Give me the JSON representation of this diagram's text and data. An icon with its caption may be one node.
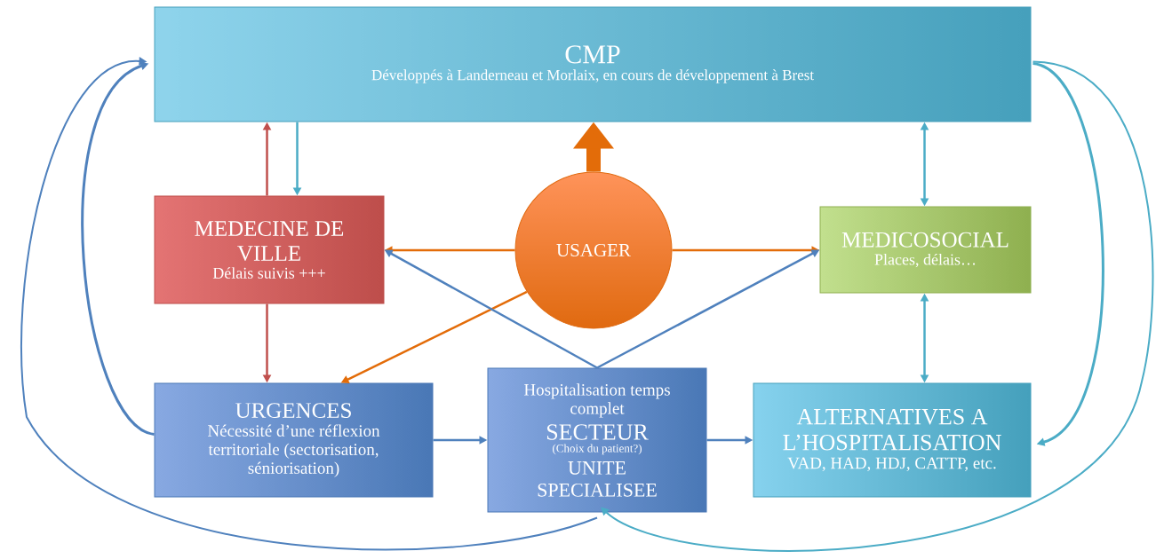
{
  "diagram": {
    "nodes": [
      {
        "text": [
          "CMP",
          "Développés à Landerneau et Morlaix, en cours de développement à Brest"
        ]
      },
      {
        "text": [
          "MEDECINE DE VILLE",
          "Délais suivis +++"
        ]
      },
      {
        "text": [
          "USAGER"
        ]
      },
      {
        "text": [
          "MEDICOSOCIAL",
          "Places, délais…"
        ]
      },
      {
        "text": [
          "URGENCES",
          "Nécessité d’une réflexion territoriale (sectorisation, séniorisation)"
        ]
      },
      {
        "text": [
          "Hospitalisation temps complet",
          "SECTEUR",
          "(Choix du patient?)",
          "UNITE SPECIALISEE"
        ]
      },
      {
        "text": [
          "ALTERNATIVES A L’HOSPITALISATION",
          "VAD, HAD, HDJ, CATTP, etc."
        ]
      }
    ],
    "edges": [
      {
        "from": 1,
        "to": 0,
        "arrow": "to",
        "color": "#c0504d"
      },
      {
        "from": 0,
        "to": 1,
        "arrow": "to",
        "color": "#4bacc6"
      },
      {
        "from": 1,
        "to": 4,
        "arrow": "to",
        "color": "#c0504d"
      },
      {
        "from": 2,
        "to": 0,
        "arrow": "to",
        "style": "thick",
        "color": "#e36c09"
      },
      {
        "from": 2,
        "to": 1,
        "arrow": "to",
        "color": "#e36c09"
      },
      {
        "from": 2,
        "to": 3,
        "arrow": "to",
        "color": "#e36c09"
      },
      {
        "from": 2,
        "to": 4,
        "arrow": "to",
        "color": "#e36c09"
      },
      {
        "from": 5,
        "to": 1,
        "arrow": "to"
      },
      {
        "from": 5,
        "to": 3,
        "arrow": "to"
      },
      {
        "from": 4,
        "to": 5,
        "arrow": "to"
      },
      {
        "from": 5,
        "to": 6,
        "arrow": "to"
      },
      {
        "from": 0,
        "to": 3,
        "arrow": "both",
        "color": "#4bacc6"
      },
      {
        "from": 3,
        "to": 6,
        "arrow": "both",
        "color": "#4bacc6"
      },
      {
        "from": 4,
        "to": 0,
        "arrow": "to"
      },
      {
        "from": 5,
        "to": 0,
        "arrow": "to"
      },
      {
        "from": 0,
        "to": 6,
        "arrow": "to",
        "color": "#4bacc6"
      },
      {
        "from": 0,
        "to": 5,
        "arrow": "to",
        "color": "#4bacc6"
      }
    ]
  }
}
